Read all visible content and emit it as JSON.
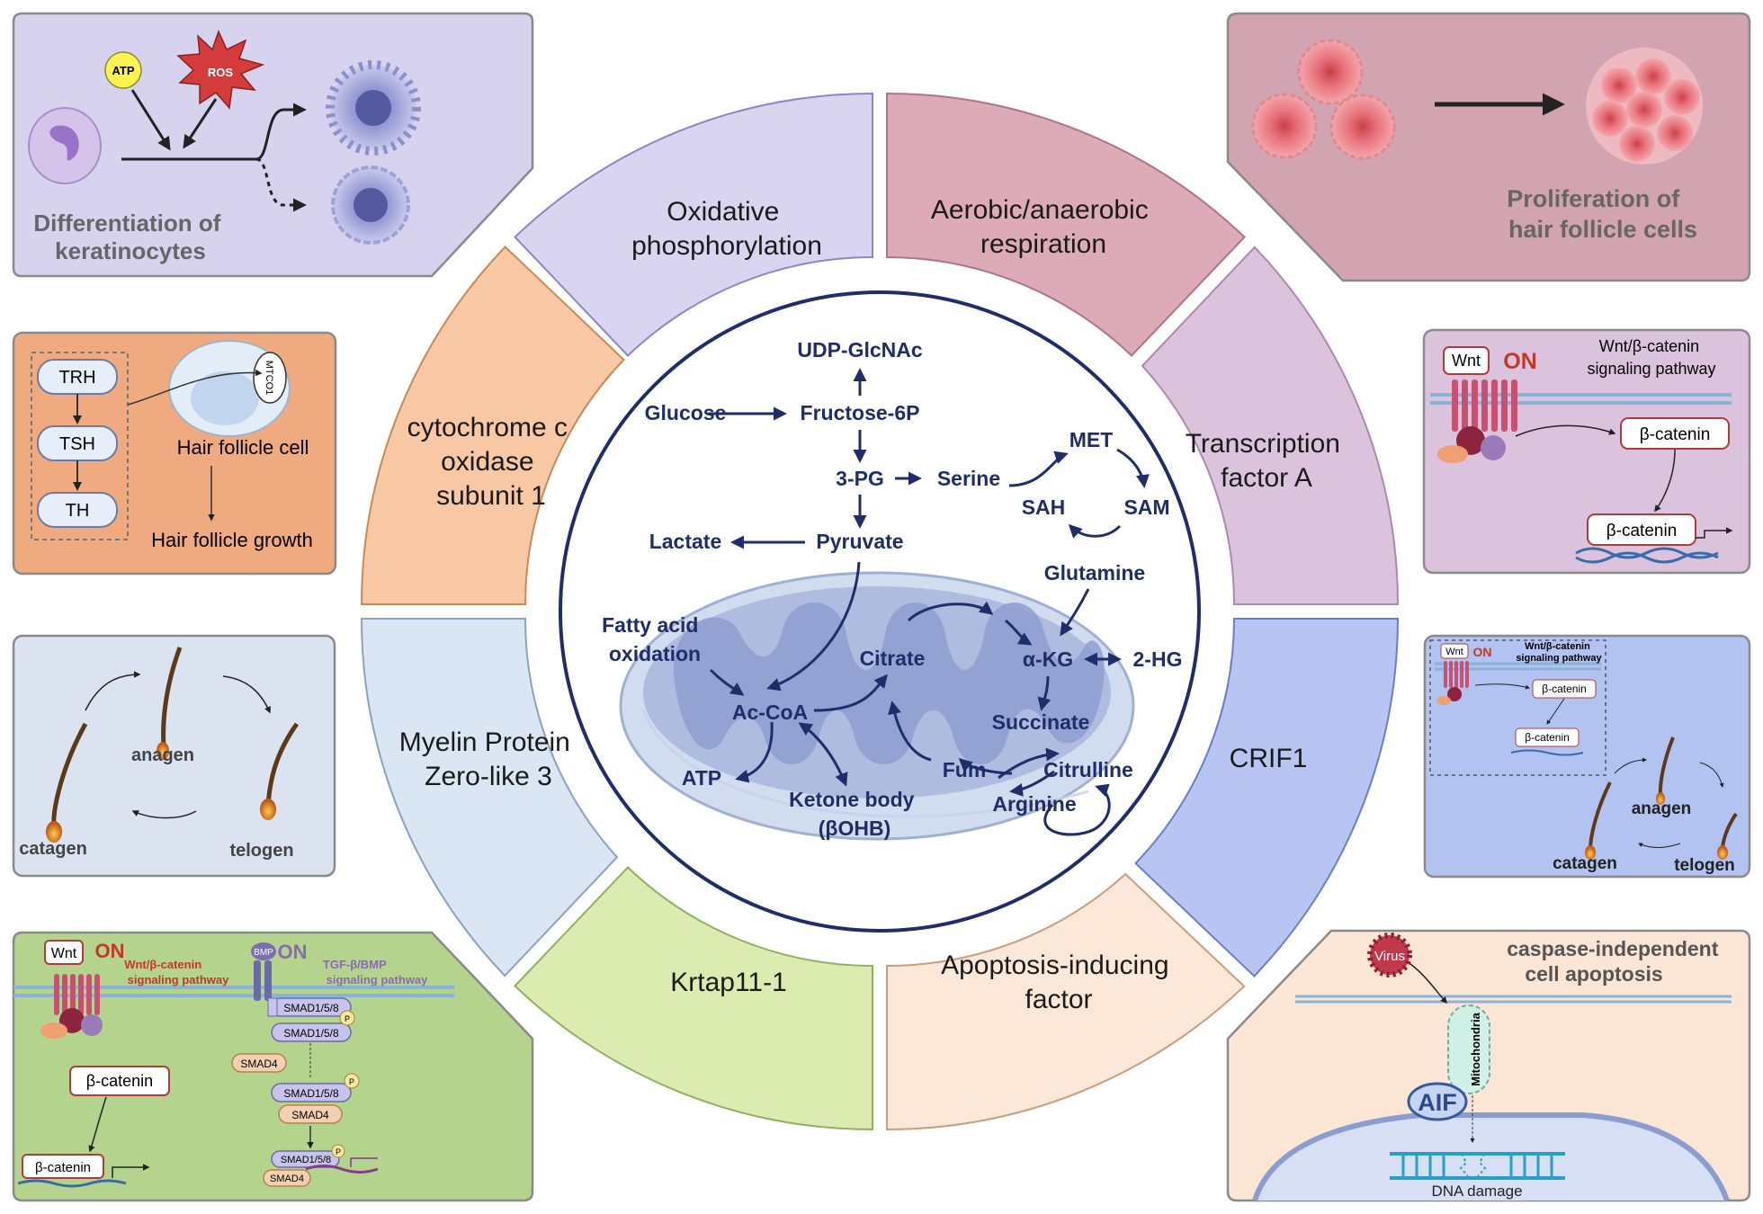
{
  "center_pathway": {
    "nodes": {
      "udp_glcnac": "UDP-GlcNAc",
      "glucose": "Glucose",
      "fructose_6p": "Fructose-6P",
      "three_pg": "3-PG",
      "serine": "Serine",
      "met": "MET",
      "sah": "SAH",
      "sam": "SAM",
      "lactate": "Lactate",
      "pyruvate": "Pyruvate",
      "glutamine": "Glutamine",
      "fatty_acid_1": "Fatty acid",
      "fatty_acid_2": "oxidation",
      "citrate": "Citrate",
      "akg": "α-KG",
      "two_hg": "2-HG",
      "acoa": "Ac-CoA",
      "succinate": "Succinate",
      "atp": "ATP",
      "fum": "Fum",
      "citrulline": "Citrulline",
      "ketone_1": "Ketone body",
      "ketone_2": "(βOHB)",
      "arginine": "Arginine"
    }
  },
  "ring": {
    "oxphos": [
      "Oxidative",
      "phosphorylation"
    ],
    "aerobic": [
      "Aerobic/anaerobic",
      "respiration"
    ],
    "tfa": [
      "Transcription",
      "factor A"
    ],
    "crif1": [
      "CRIF1"
    ],
    "aif": [
      "Apoptosis-inducing",
      "factor"
    ],
    "krtap": [
      "Krtap11-1"
    ],
    "myelin": [
      "Myelin Protein",
      "Zero-like 3"
    ],
    "cox1": [
      "cytochrome c",
      "oxidase",
      "subunit 1"
    ]
  },
  "panels": {
    "keratinocytes": {
      "atp": "ATP",
      "ros": "ROS",
      "title_1": "Differentiation of",
      "title_2": "keratinocytes"
    },
    "proliferation": {
      "title_1": "Proliferation of",
      "title_2": "hair follicle cells"
    },
    "hormone": {
      "trh": "TRH",
      "tsh": "TSH",
      "th": "TH",
      "mtco1": "MTCO1",
      "cell": "Hair follicle cell",
      "growth": "Hair follicle growth"
    },
    "wnt": {
      "wnt": "Wnt",
      "on": "ON",
      "pathway_1": "Wnt/β-catenin",
      "pathway_2": "signaling pathway",
      "bcat_1": "β-catenin",
      "bcat_2": "β-catenin"
    },
    "cycle_left": {
      "anagen": "anagen",
      "catagen": "catagen",
      "telogen": "telogen"
    },
    "crif": {
      "wnt": "Wnt",
      "on": "ON",
      "pathway_1": "Wnt/β-catenin",
      "pathway_2": "signaling pathway",
      "bcat_1": "β-catenin",
      "bcat_2": "β-catenin",
      "anagen": "anagen",
      "catagen": "catagen",
      "telogen": "telogen"
    },
    "krtap_panel": {
      "wnt": "Wnt",
      "on_1": "ON",
      "wnt_path_1": "Wnt/β-catenin",
      "wnt_path_2": "signaling pathway",
      "bmp": "BMP",
      "on_2": "ON",
      "tgf_path_1": "TGF-β/BMP",
      "tgf_path_2": "signaling pathway",
      "smad158_a": "SMAD1/5/8",
      "smad158_b": "SMAD1/5/8",
      "smad4_a": "SMAD4",
      "smad158_c": "SMAD1/5/8",
      "smad4_b": "SMAD4",
      "smad158_d": "SMAD1/5/8",
      "smad4_c": "SMAD4",
      "p": "P",
      "bcat_1": "β-catenin",
      "bcat_2": "β-catenin"
    },
    "apoptosis": {
      "title_1": "caspase-independent",
      "title_2": "cell apoptosis",
      "virus": "Virus",
      "mito": "Mitochondria",
      "aif": "AIF",
      "dna": "DNA damage"
    }
  },
  "colors": {
    "oxphos": "#d9d4ef",
    "aerobic": "#ddaab8",
    "tfa": "#dcc3dd",
    "crif1": "#b8c5f2",
    "aif": "#fce8d8",
    "krtap": "#dcecb0",
    "myelin": "#dae6f3",
    "cox1": "#f8c8a4",
    "pathway_text": "#1f2e6b"
  }
}
